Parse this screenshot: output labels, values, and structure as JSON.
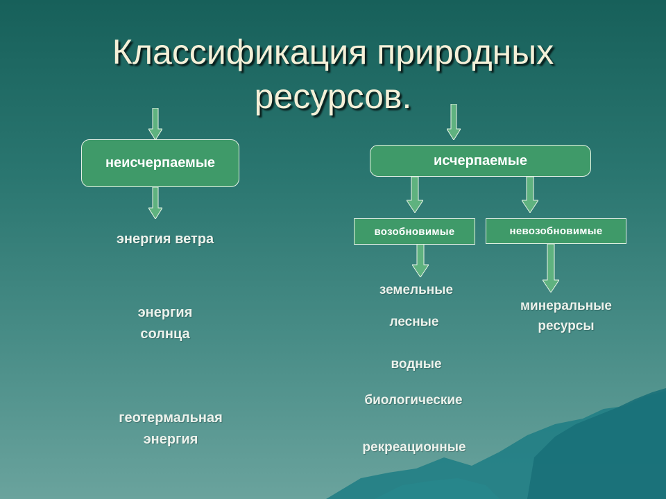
{
  "title": {
    "line1": "Классификация природных",
    "line2": "ресурсов."
  },
  "left_branch": {
    "label": "неисчерпаемые",
    "items": [
      "энергия ветра",
      "энергия",
      "солнца",
      "геотермальная",
      "энергия"
    ]
  },
  "right_branch": {
    "label": "исчерпаемые",
    "renewable": {
      "label": "возобновимые",
      "items": [
        "земельные",
        "лесные",
        "водные",
        "биологические",
        "рекреационные"
      ]
    },
    "nonrenewable": {
      "label": "невозобновимые",
      "items": [
        "минеральные",
        "ресурсы"
      ]
    }
  },
  "colors": {
    "box_fill": "#3f9a69",
    "arrow_fill": "#5fb27f",
    "title_text": "#f4f0d8",
    "mountain": "#1f7f86"
  }
}
